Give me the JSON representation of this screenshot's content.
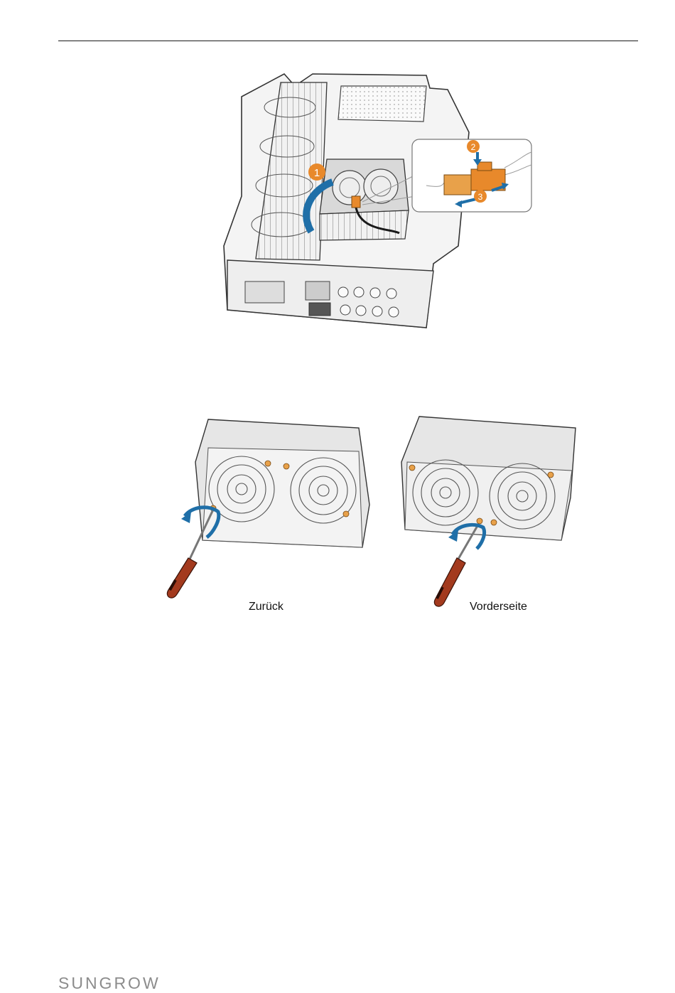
{
  "header": {
    "rule": true
  },
  "figure_top": {
    "step_markers": [
      "1",
      "2",
      "3"
    ],
    "accent_color": "#e8892b",
    "arrow_color": "#1f6fa8"
  },
  "figure_bottom": {
    "captions": {
      "back": "Zurück",
      "front": "Vorderseite"
    }
  },
  "footer": {
    "logo_text": "SUNGROW"
  }
}
